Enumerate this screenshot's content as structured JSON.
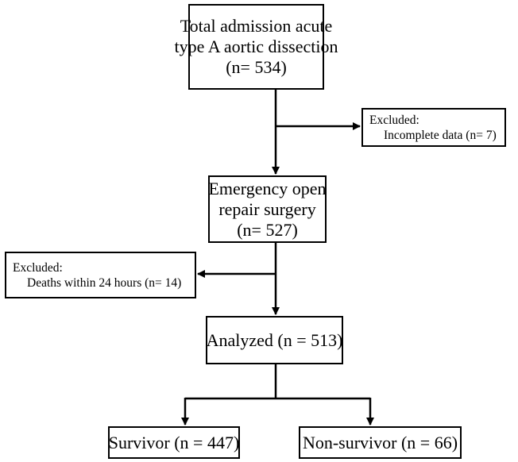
{
  "flowchart": {
    "total": {
      "lines": [
        "Total admission acute",
        "type A aortic dissection",
        "(n= 534)"
      ]
    },
    "excluded_1": {
      "heading": "Excluded:",
      "detail": "Incomplete data (n= 7)"
    },
    "surgery": {
      "lines": [
        "Emergency open",
        "repair surgery",
        "(n= 527)"
      ]
    },
    "excluded_2": {
      "heading": "Excluded:",
      "detail": "Deaths within 24 hours (n= 14)"
    },
    "analyzed": {
      "label": "Analyzed (n = 513)"
    },
    "survivor": {
      "label": "Survivor (n = 447)"
    },
    "non_survivor": {
      "label": "Non-survivor (n = 66)"
    }
  },
  "colors": {
    "line": "#000000",
    "box_fill": "#ffffff",
    "text": "#000000"
  }
}
